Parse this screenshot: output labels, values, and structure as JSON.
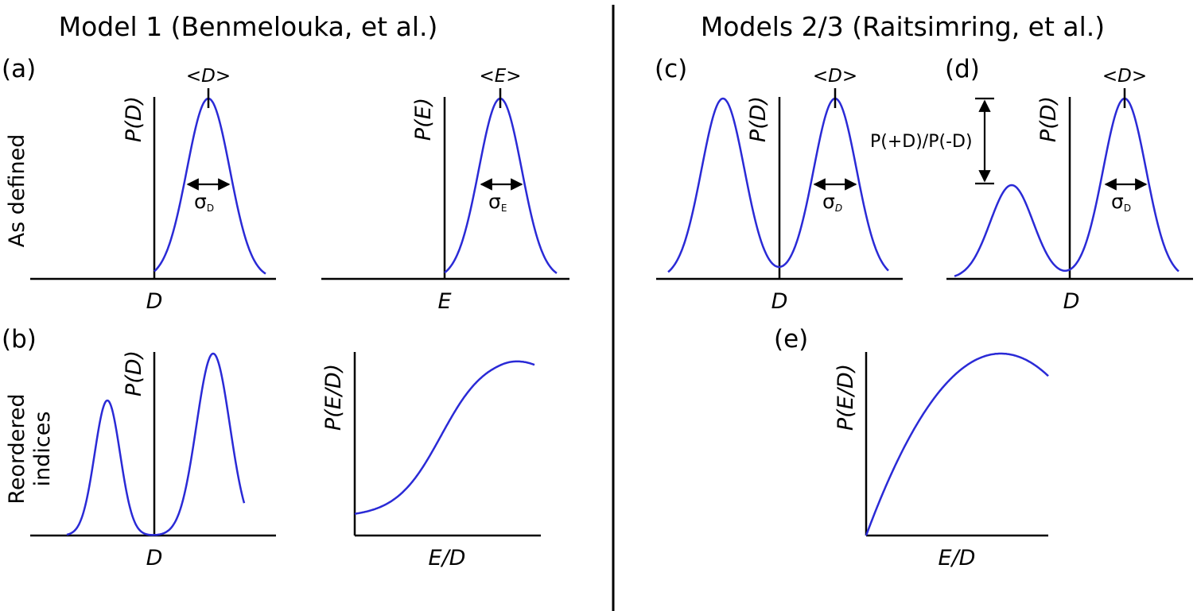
{
  "titles": {
    "left": "Model 1 (Benmelouka, et al.)",
    "right": "Models 2/3 (Raitsimring, et al.)"
  },
  "panels": {
    "a": "(a)",
    "b": "(b)",
    "c": "(c)",
    "d": "(d)",
    "e": "(e)"
  },
  "row_labels": {
    "top": "As defined",
    "bottom_1": "Reordered",
    "bottom_2": "indices"
  },
  "labels": {
    "pd": "P(D)",
    "pe": "P(E)",
    "ped": "P(E/D)",
    "d": "D",
    "e": "E",
    "ed": "E/D",
    "mean_d": "<D>",
    "mean_e": "<E>",
    "sigma": "σ",
    "sub_d": "D",
    "sub_e": "E",
    "ratio": "P(+D)/P(-D)"
  },
  "colors": {
    "curve": "#2a2ad6",
    "axis": "#000000"
  }
}
